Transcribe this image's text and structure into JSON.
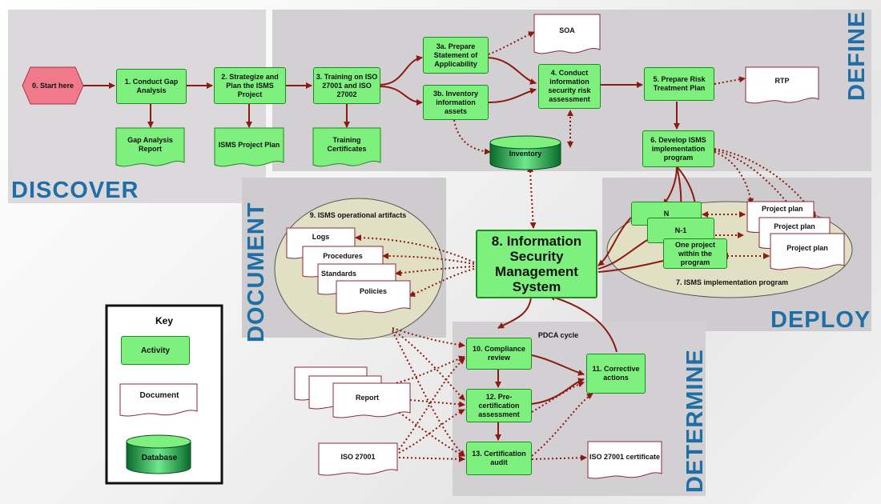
{
  "zones": {
    "discover": "DISCOVER",
    "define": "DEFINE",
    "document": "DOCUMENT",
    "deploy": "DEPLOY",
    "determine": "DETERMINE"
  },
  "activities": {
    "start": "0. Start here",
    "gap": "1. Conduct Gap Analysis",
    "strategize": "2. Strategize and Plan the ISMS Project",
    "training": "3. Training on ISO 27001 and ISO 27002",
    "prepare_soa": "3a. Prepare Statement of Applicability",
    "inventory_assets": "3b. Inventory information assets",
    "risk_assessment": "4. Conduct information security risk assessment",
    "risk_treatment": "5. Prepare Risk Treatment Plan",
    "develop_program": "6. Develop ISMS implementation program",
    "isms": "8. Information Security Management System",
    "compliance": "10. Compliance review",
    "precert": "12. Pre-certification assessment",
    "cert_audit": "13. Certification audit",
    "corrective": "11. Corrective actions",
    "proj_n": "N",
    "proj_n1": "N-1",
    "proj_one": "One project within the program"
  },
  "documents": {
    "gap_report": "Gap Analysis Report",
    "isms_plan": "ISMS Project Plan",
    "training_certs": "Training Certificates",
    "soa": "SOA",
    "rtp": "RTP",
    "project_plan_1": "Project   plan",
    "project_plan_2": "Project plan",
    "project_plan_3": "Project plan",
    "logs": "Logs",
    "procedures": "Procedures",
    "standards": "Standards",
    "policies": "Policies",
    "report": "Report",
    "iso27001": "ISO 27001",
    "iso_cert": "ISO 27001 certificate"
  },
  "database": {
    "inventory": "Inventory"
  },
  "labels": {
    "artifacts": "9. ISMS operational artifacts",
    "program": "7. ISMS implementation program",
    "pdca": "PDCA cycle"
  },
  "key": {
    "title": "Key",
    "activity": "Activity",
    "document": "Document",
    "database": "Database"
  },
  "colors": {
    "activity_fill": "#7ef07e",
    "start_fill": "#f07a8a",
    "arrow": "#8b1a10",
    "zone_text": "#1f6fa6",
    "panel": "#d3d0d4",
    "ellipse": "#e2e0c4"
  }
}
